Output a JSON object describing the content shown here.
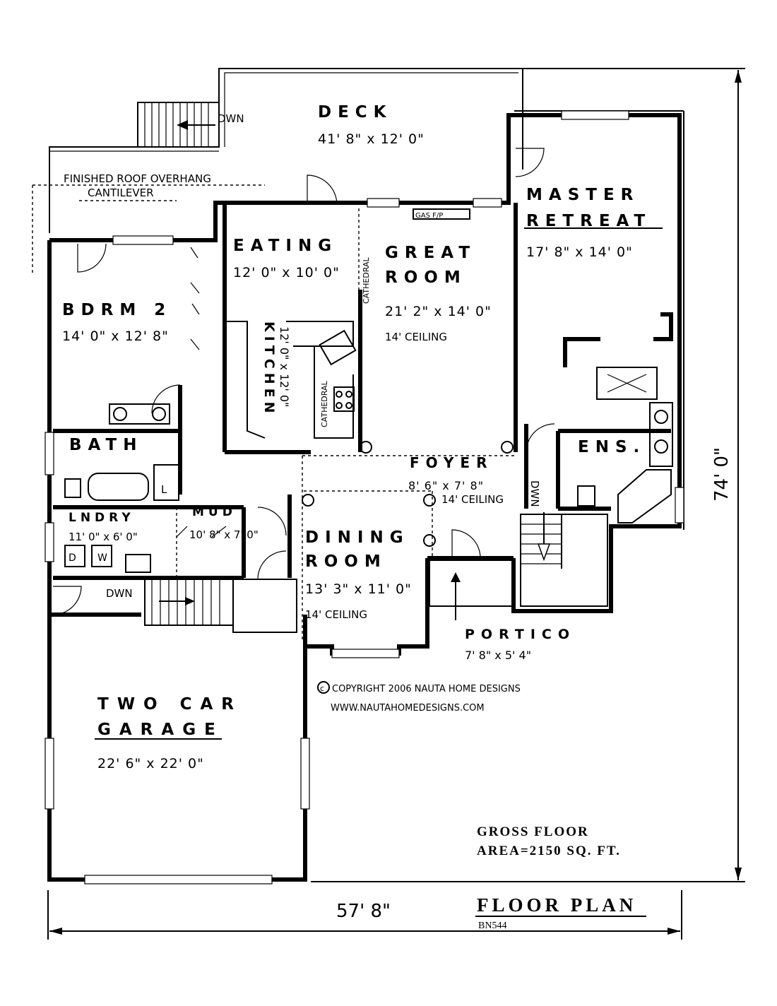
{
  "rooms": {
    "deck": {
      "name": "DECK",
      "dim": "41' 8\" x 12' 0\""
    },
    "overhang": {
      "line1": "FINISHED ROOF OVERHANG",
      "line2": "CANTILEVER"
    },
    "eating": {
      "name": "EATING",
      "dim": "12' 0\" x 10' 0\""
    },
    "great": {
      "name1": "GREAT",
      "name2": "ROOM",
      "dim": "21' 2\" x 14' 0\"",
      "ceiling": "14' CEILING",
      "gas": "GAS F/P",
      "cathedral": "CATHEDRAL"
    },
    "master": {
      "name1": "MASTER",
      "name2": "RETREAT",
      "dim": "17' 8\" x 14' 0\""
    },
    "bdrm2": {
      "name": "BDRM 2",
      "dim": "14' 0\" x 12' 8\""
    },
    "kitchen": {
      "name": "KITCHEN",
      "dim": "12' 0\" x 12' 0\"",
      "cathedral": "CATHEDRAL"
    },
    "bath": {
      "name": "BATH"
    },
    "ens": {
      "name": "ENS."
    },
    "foyer": {
      "name": "FOYER",
      "dim": "8' 6\" x 7' 8\"",
      "ceiling": "14' CEILING"
    },
    "lndry": {
      "name": "LNDRY",
      "dim": "11' 0\" x 6' 0\""
    },
    "mud": {
      "name": "MUD",
      "dim": "10' 8\" x 7' 0\""
    },
    "dining": {
      "name1": "DINING",
      "name2": "ROOM",
      "dim": "13' 3\" x 11' 0\"",
      "ceiling": "14' CEILING"
    },
    "portico": {
      "name": "PORTICO",
      "dim": "7' 8\" x 5' 4\""
    },
    "garage": {
      "name1": "TWO CAR",
      "name2": "GARAGE",
      "dim": "22' 6\" x 22' 0\""
    }
  },
  "stairs": {
    "dwn1": "DWN",
    "dwn2": "DWN",
    "dwn3": "DWN"
  },
  "fixtures": {
    "laundry_l": "L",
    "dryer": "D",
    "washer": "W"
  },
  "copyright": {
    "line1": "COPYRIGHT 2006 NAUTA HOME DESIGNS",
    "line2": "WWW.NAUTAHOMEDESIGNS.COM"
  },
  "area": {
    "line1": "GROSS FLOOR",
    "line2": "AREA=2150 SQ. FT."
  },
  "dimensions": {
    "width": "57' 8\"",
    "depth": "74' 0\""
  },
  "title": {
    "main": "FLOOR PLAN",
    "code": "BN544"
  }
}
